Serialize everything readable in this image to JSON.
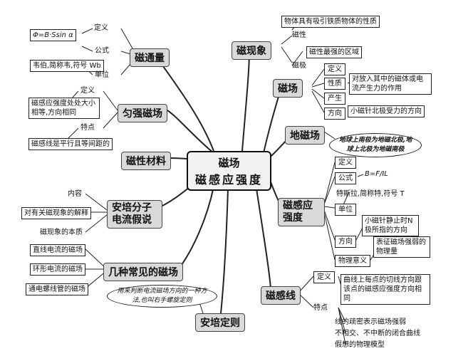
{
  "center": {
    "line1": "磁场",
    "line2": "磁感应强度"
  },
  "flux": {
    "title": "磁通量",
    "definition_label": "定义",
    "formula": "Φ=B·Ssin α",
    "formula_label": "公式",
    "unit_text": "韦伯,简称韦,符号 Wb",
    "unit_label": "单位"
  },
  "uniform_field": {
    "title": "匀强磁场",
    "definition_label": "定义",
    "definition_text": "磁感应强度处处大小相等,方向相同",
    "feature_label": "特点",
    "feature_text": "磁感线是平行且等间距的"
  },
  "magnetic_material": {
    "title": "磁性材料"
  },
  "ampere_hypothesis": {
    "title": "安培分子电流假说",
    "items": [
      "内容",
      "对有关磁现象的解释",
      "磁现象的本质"
    ]
  },
  "common_fields": {
    "title": "几种常见的磁场",
    "items": [
      "直线电流的磁场",
      "环形电流的磁场",
      "通电螺线管的磁场"
    ]
  },
  "ampere_rule": {
    "title": "安培定则",
    "note": "用来判断电流磁场方向的一种方法,也叫右手螺旋定则"
  },
  "phenomenon": {
    "title": "磁现象",
    "magnetism_label": "磁性",
    "magnetism_text": "物体具有吸引铁质物体的性质",
    "pole_label": "磁极",
    "pole_text": "磁性最强的区域"
  },
  "field": {
    "title": "磁场",
    "definition_label": "定义",
    "property_label": "性质",
    "property_text": "对放入其中的磁体或电流产生力的作用",
    "origin_label": "产生",
    "direction_label": "方向",
    "direction_text": "小磁针北极受力的方向"
  },
  "earth_field": {
    "title": "地磁场",
    "note": "地球上南极为地磁北极,地球上北极为地磁南极"
  },
  "induction": {
    "title": "磁感应强度",
    "definition_label": "定义",
    "formula_label": "公式",
    "formula": "B=F/IL",
    "unit_text": "特斯拉,简称特,符号 T",
    "unit_label": "单位",
    "direction_text": "小磁针静止时N极所指的方向",
    "direction_label": "方向",
    "meaning_text": "表征磁场强弱的物理量",
    "meaning_label": "物理意义"
  },
  "field_lines": {
    "title": "磁感线",
    "definition_label": "定义",
    "definition_text": "曲线上每点的切线方向跟该点的磁感应强度方向相同",
    "feature_label": "特点",
    "features": [
      "线的疏密表示磁场强弱",
      "不相交、不中断的闭合曲线",
      "假想的物理模型"
    ]
  }
}
